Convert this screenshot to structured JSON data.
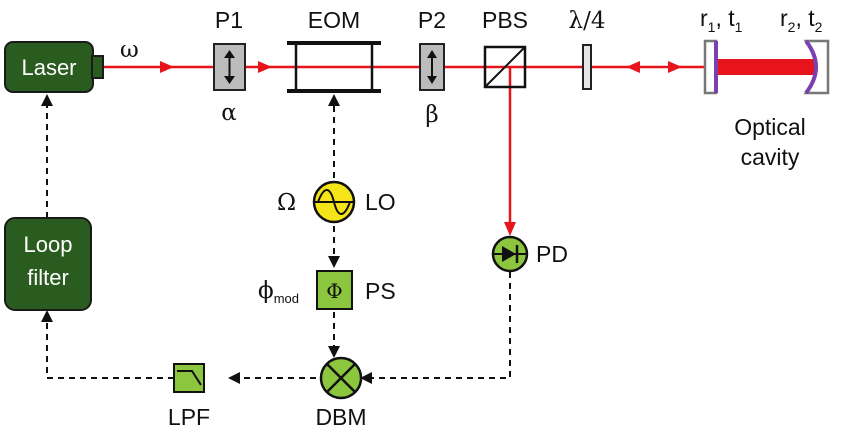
{
  "laser": {
    "label": "Laser"
  },
  "loop_filter": {
    "line1": "Loop",
    "line2": "filter"
  },
  "beam": {
    "freq": "ω"
  },
  "p1": {
    "name": "P1",
    "angle": "α"
  },
  "eom": {
    "name": "EOM"
  },
  "p2": {
    "name": "P2",
    "angle": "β"
  },
  "pbs": {
    "name": "PBS"
  },
  "qwp": {
    "name": "λ/4"
  },
  "mirror1": {
    "r": "r",
    "r_sub": "1",
    "t": "t",
    "t_sub": "1",
    "sep": ", "
  },
  "mirror2": {
    "r": "r",
    "r_sub": "2",
    "t": "t",
    "t_sub": "2",
    "sep": ", "
  },
  "cavity": {
    "line1": "Optical",
    "line2": "cavity"
  },
  "lo": {
    "name": "LO",
    "freq": "Ω"
  },
  "ps": {
    "name": "PS",
    "symbol": "Φ",
    "phi": "ϕ",
    "phi_sub": "mod"
  },
  "pd": {
    "name": "PD"
  },
  "dbm": {
    "name": "DBM"
  },
  "lpf": {
    "name": "LPF"
  },
  "colors": {
    "beam": "#e8141b",
    "box_dark": "#2b5c1f",
    "box_green": "#8cc63f",
    "lo_yellow": "#f5e418",
    "mirror": "#7b3fb0"
  }
}
